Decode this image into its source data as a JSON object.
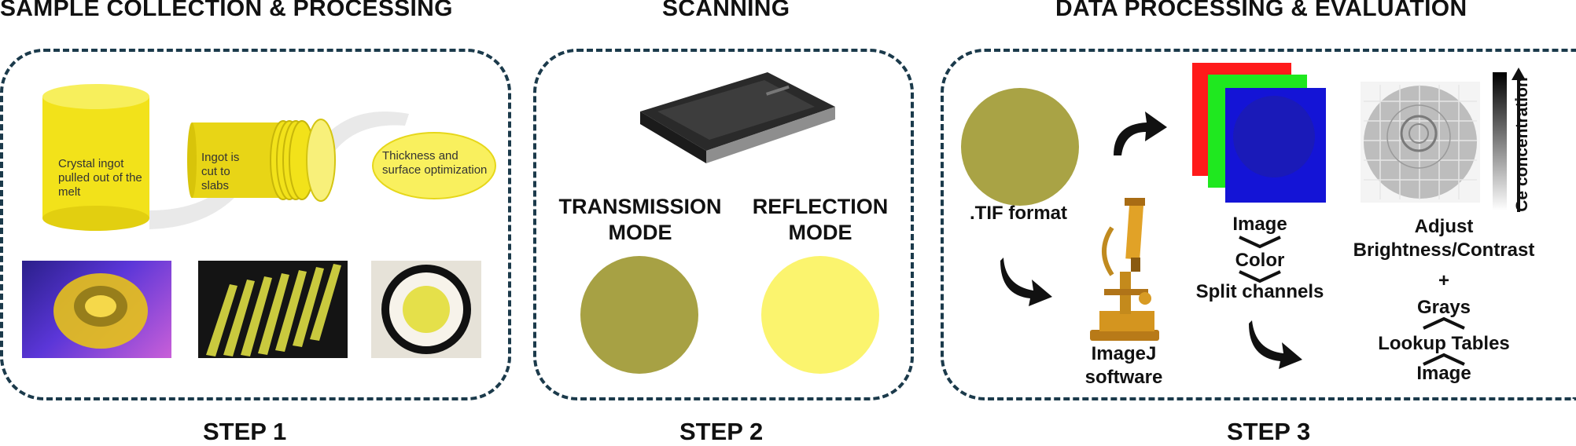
{
  "headers": {
    "col1": "SAMPLE COLLECTION & PROCESSING",
    "col2": "SCANNING",
    "col3": "DATA PROCESSING & EVALUATION"
  },
  "steps": {
    "s1": "STEP 1",
    "s2": "STEP 2",
    "s3": "STEP 3"
  },
  "step1": {
    "ingot_text": "Crystal ingot pulled out of the melt",
    "slab_text": "Ingot is cut to slabs",
    "optimize_text": "Thickness and surface optimization"
  },
  "step2": {
    "transmission_mode": "TRANSMISSION MODE",
    "reflection_mode": "REFLECTION MODE"
  },
  "step3": {
    "tif_format": ".TIF format",
    "imagej_software": "ImageJ software",
    "menu_image": "Image",
    "menu_color": "Color",
    "menu_split": "Split channels",
    "adjust_text": "Adjust Brightness/Contrast",
    "plus": "+",
    "menu_grays": "Grays",
    "menu_lut": "Lookup Tables",
    "menu_image2": "Image",
    "ce_concentration": "Ce concentration"
  },
  "colors": {
    "panel_border": "#1b3a4b",
    "yellow": "#f2e21a",
    "olive": "#a7a144",
    "light_yellow": "#fbf46e",
    "red_channel": "#ff1a1a",
    "green_channel": "#1fe81f",
    "blue_channel": "#1414d6"
  }
}
